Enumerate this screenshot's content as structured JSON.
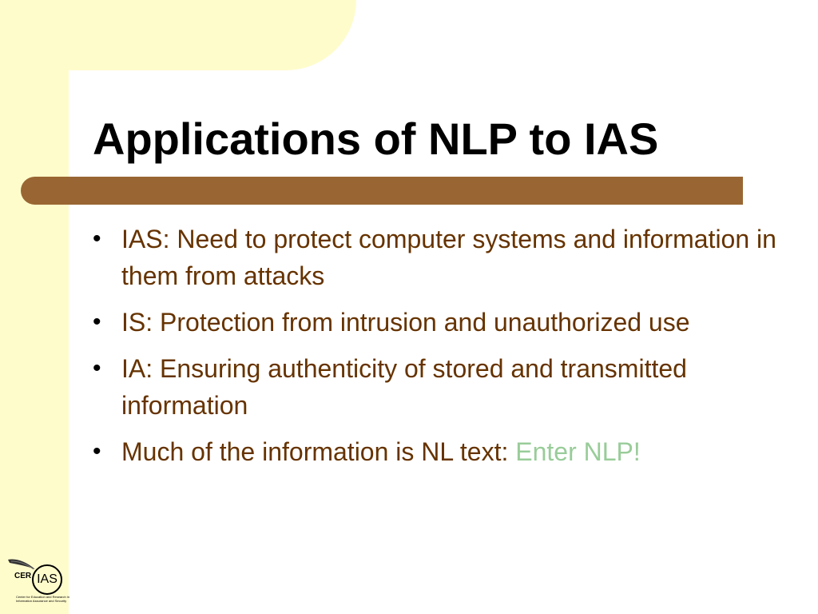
{
  "slide": {
    "title": "Applications of NLP to IAS",
    "bullets": [
      {
        "text": "IAS: Need to protect computer systems and information in them from attacks"
      },
      {
        "text": "IS: Protection from intrusion and unauthorized use"
      },
      {
        "text": "IA: Ensuring authenticity of stored and transmitted information"
      },
      {
        "text": "Much of the information is NL text: ",
        "highlight": "Enter NLP!"
      }
    ]
  },
  "logo": {
    "cer": "CER",
    "ias": "IAS",
    "caption": "Center for Education and Research in Information Assurance and Security"
  },
  "colors": {
    "cream": "#fffccc",
    "bar": "#996633",
    "bullet_text": "#663300",
    "highlight": "#99cc99"
  }
}
